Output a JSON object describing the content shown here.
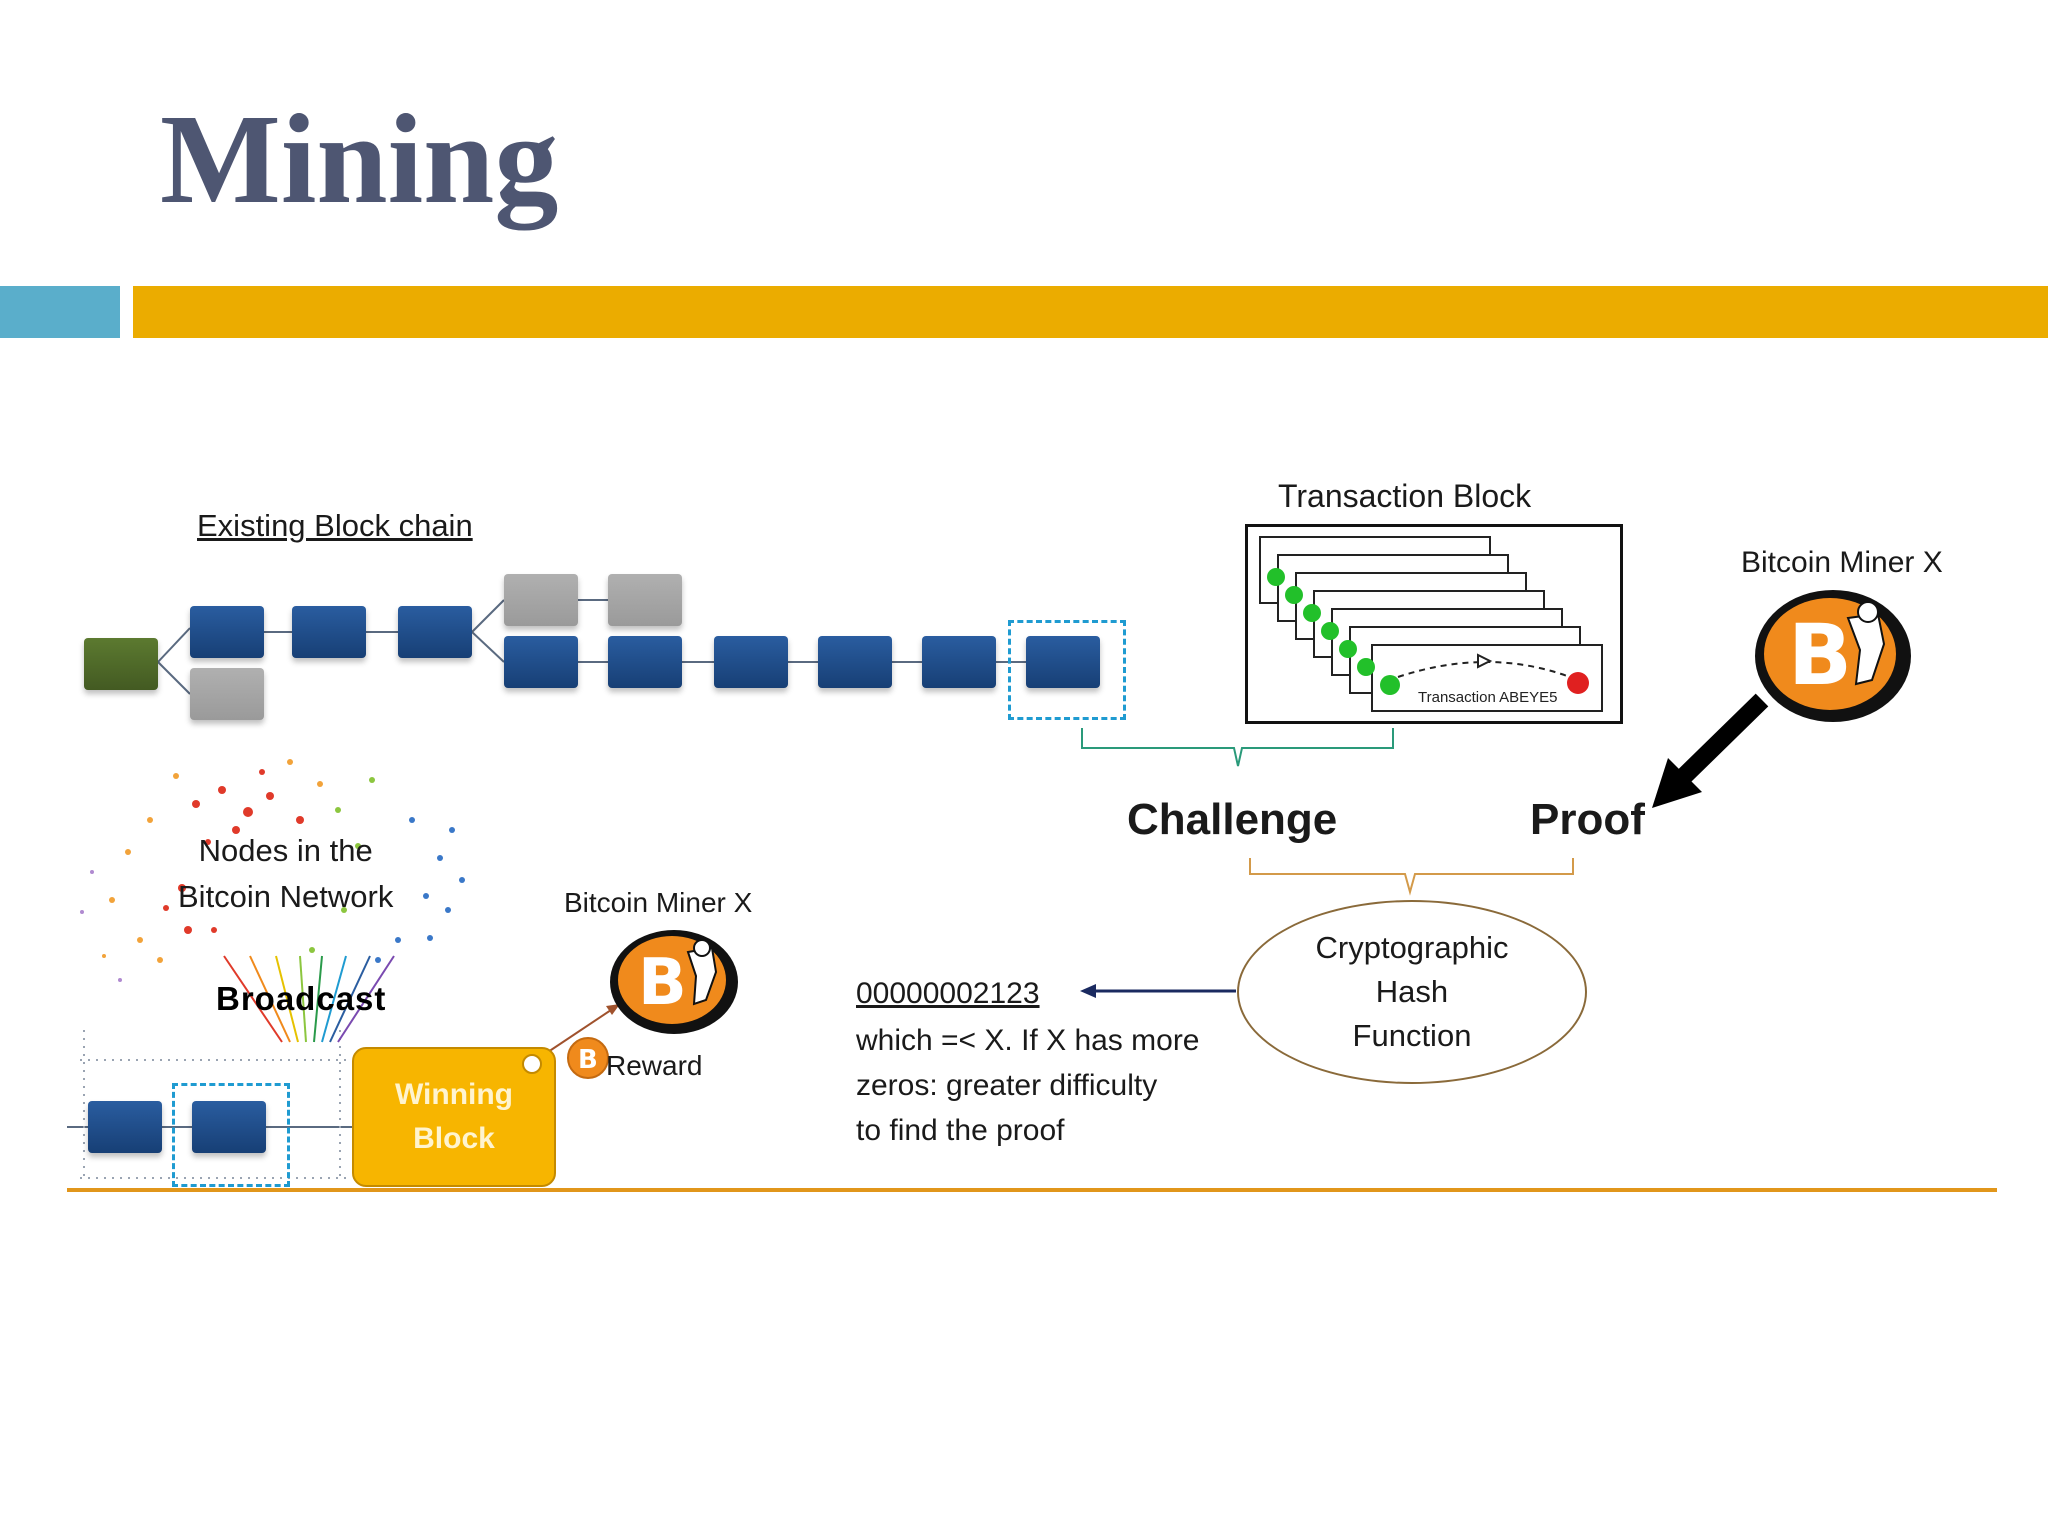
{
  "slide": {
    "title": "Mining"
  },
  "diagram": {
    "existing_chain_label": "Existing Block chain",
    "transaction_block_label": "Transaction Block",
    "transaction_card_label": "Transaction ABEYE5",
    "miner_top_label": "Bitcoin Miner X",
    "challenge_label": "Challenge",
    "proof_label": "Proof",
    "crypto_hash_lines": [
      "Cryptographic",
      "Hash",
      "Function"
    ],
    "hash_value": "00000002123",
    "difficulty_lines": [
      "which =< X. If X has more",
      "zeros: greater difficulty",
      "to find the proof"
    ],
    "nodes_lines": [
      "Nodes in the",
      "Bitcoin Network"
    ],
    "broadcast_label": "Broadcast",
    "miner_bottom_label": "Bitcoin Miner  X",
    "reward_label": "Reward",
    "winning_block_lines": [
      "Winning",
      "Block"
    ]
  },
  "colors": {
    "title": "#4e5672",
    "accent_teal": "#5aaecb",
    "accent_gold": "#ebac00",
    "chain_block": "#1f4e8c",
    "orphan_block": "#a6a6a6",
    "genesis_block": "#4f6a2a",
    "winning_block": "#f7b500",
    "bitcoin_orange": "#f08a1c"
  }
}
